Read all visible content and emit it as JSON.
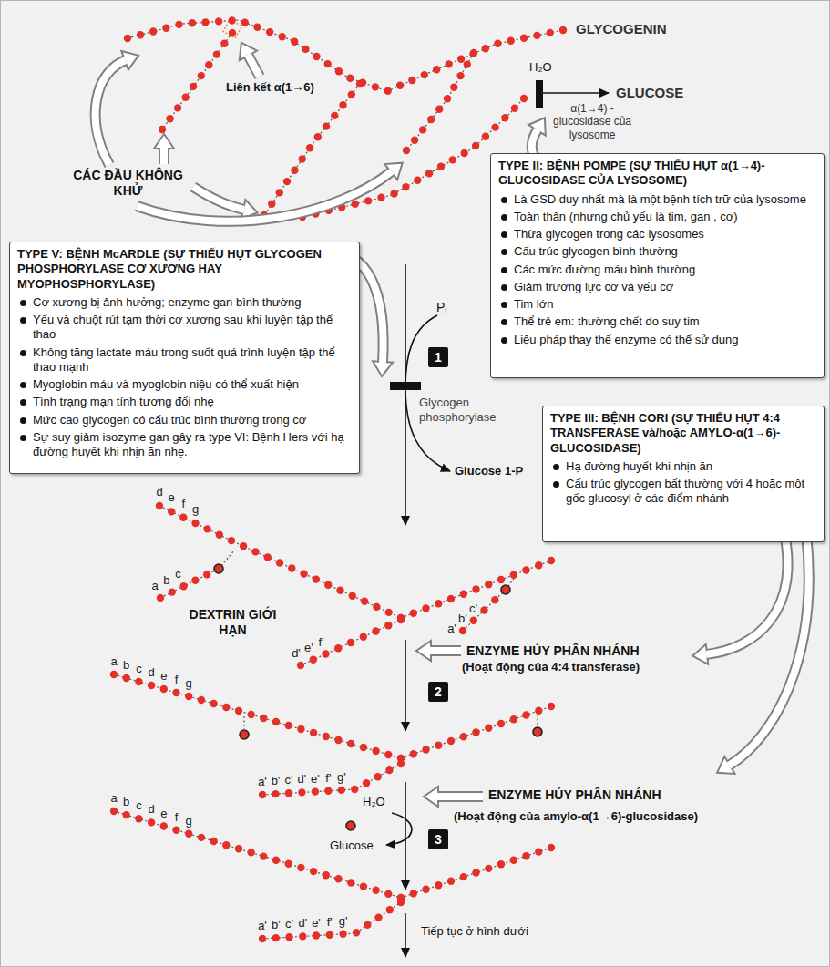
{
  "diagram": {
    "nodes": [
      {
        "text": [
          "TYPE II: BỆNH POMPE (SỰ THIẾU HỤT α(1→4)-GLUCOSIDASE CỦA LYSOSOME)",
          "Là GSD duy nhất mà là một bệnh tích trữ của lysosome",
          "Toàn thân (nhưng chủ yếu là tim, gan , cơ)",
          "Thừa glycogen trong các lysosomes",
          "Cấu trúc glycogen bình thường",
          "Các mức đường máu bình thường",
          "Giảm trương lực cơ và yếu cơ",
          "Tim lớn",
          "Thể trẻ em: thường chết do suy tim",
          "Liệu pháp thay thế enzyme có thể sử dụng"
        ]
      },
      {
        "text": [
          "TYPE V: BỆNH McARDLE (SỰ THIẾU HỤT GLYCOGEN PHOSPHORYLASE CƠ XƯƠNG HAY MYOPHOSPHORYLASE)",
          "Cơ xương bị ảnh hưởng; enzyme gan bình thường",
          "Yếu và chuột rút tạm thời cơ xương sau khi luyện tập thể thao",
          "Không tăng lactate máu trong suốt quá trình luyện tập thể thao mạnh",
          "Myoglobin máu và myoglobin niệu có thể xuất hiện",
          "Tình trạng mạn tính tương đối nhẹ",
          "Mức cao glycogen có cấu trúc bình thường trong cơ",
          "Sự suy giảm isozyme gan gây ra type VI: Bệnh Hers với hạ đường huyết khi nhịn ăn nhẹ."
        ]
      },
      {
        "text": [
          "TYPE III: BỆNH CORI (SỰ THIẾU HỤT 4:4 TRANSFERASE và/hoặc AMYLO-α(1→6)-GLUCOSIDASE)",
          "Hạ đường huyết khi nhịn ăn",
          "Cấu trúc glycogen bất thường với 4 hoặc một gốc glucosyl ở các điểm nhánh"
        ]
      }
    ],
    "labels": [
      "GLYCOGENIN",
      "Liên kết α(1→6)",
      "H₂O",
      "GLUCOSE",
      "α(1→4) -glucosidase của lysosome",
      "CÁC ĐẦU KHÔNG KHỬ",
      "Pᵢ",
      "1",
      "Glycogen phosphorylase",
      "Glucose 1-P",
      "d",
      "e",
      "f",
      "g",
      "a",
      "b",
      "c",
      "DEXTRIN GIỚI HẠN",
      "a'",
      "b'",
      "c'",
      "d'",
      "e'",
      "f'",
      "ENZYME HỦY PHÂN NHÁNH",
      "(Hoạt động của 4:4 transferase)",
      "2",
      "a",
      "b",
      "c",
      "d",
      "e",
      "f",
      "g",
      "a'",
      "b'",
      "c'",
      "d'",
      "e'",
      "f'",
      "g'",
      "ENZYME HỦY PHÂN NHÁNH",
      "(Hoạt động của amylo-α(1→6)-glucosidase)",
      "H₂O",
      "Glucose",
      "3",
      "a",
      "b",
      "c",
      "d",
      "e",
      "f",
      "g",
      "a'",
      "b'",
      "c'",
      "d'",
      "e'",
      "f'",
      "g'",
      "Tiếp tục ở hình dưới"
    ]
  }
}
